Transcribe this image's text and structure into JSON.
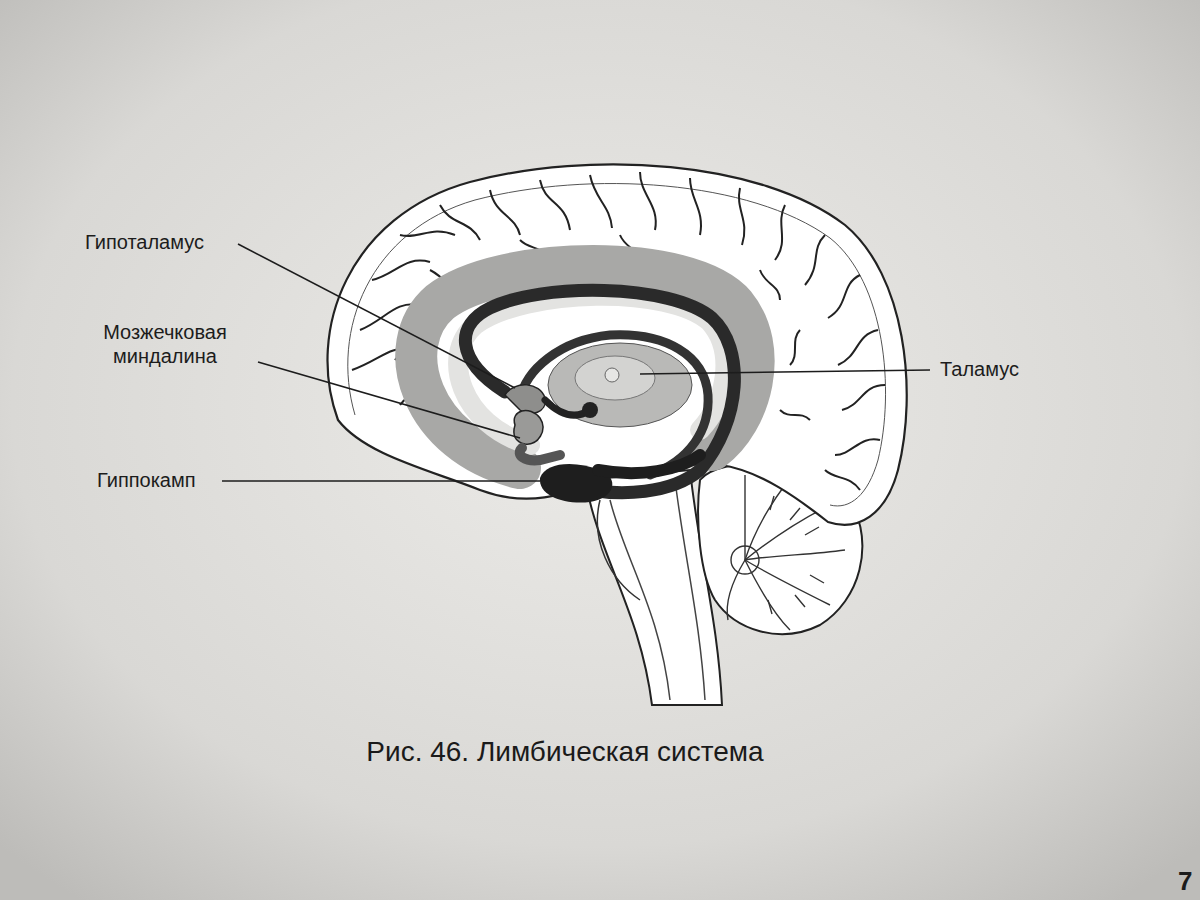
{
  "diagram": {
    "caption": "Рис. 46. Лимбическая система",
    "labels": [
      "Гипоталамус",
      "Мозжечковая миндалина",
      "Гиппокамп",
      "Таламус",
      "7"
    ]
  }
}
